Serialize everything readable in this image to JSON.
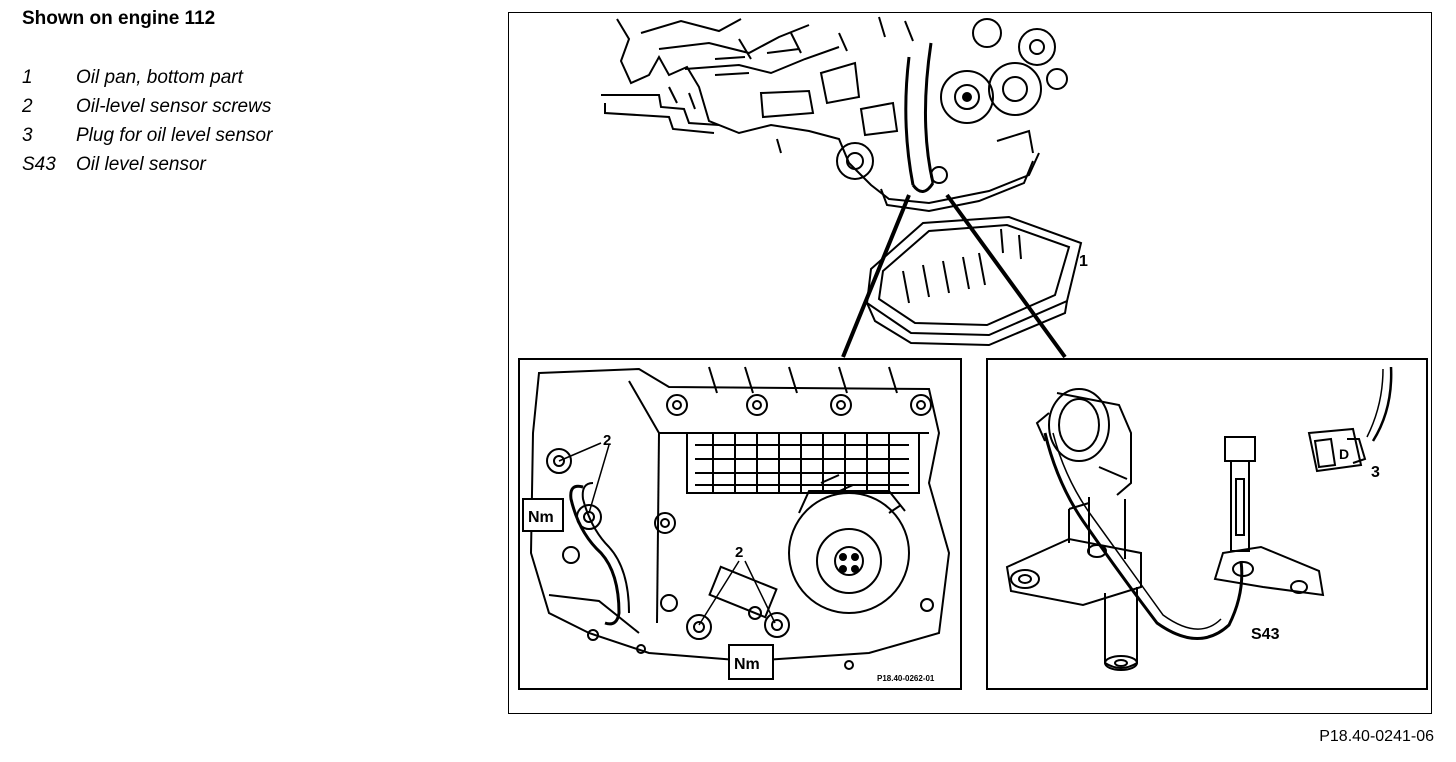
{
  "heading": "Shown on engine 112",
  "legend": [
    {
      "key": "1",
      "text": "Oil pan, bottom part"
    },
    {
      "key": "2",
      "text": "Oil-level sensor screws"
    },
    {
      "key": "3",
      "text": "Plug for oil level sensor"
    },
    {
      "key": "S43",
      "text": "Oil level sensor"
    }
  ],
  "callouts": {
    "c1": "1",
    "c2_top": "2",
    "c2_bottom": "2",
    "c3": "3",
    "s43": "S43",
    "nm_top": "Nm",
    "nm_bottom": "Nm",
    "plug_letter": "D"
  },
  "inset_ref": "P18.40-0262-01",
  "figure_id": "P18.40-0241-06"
}
